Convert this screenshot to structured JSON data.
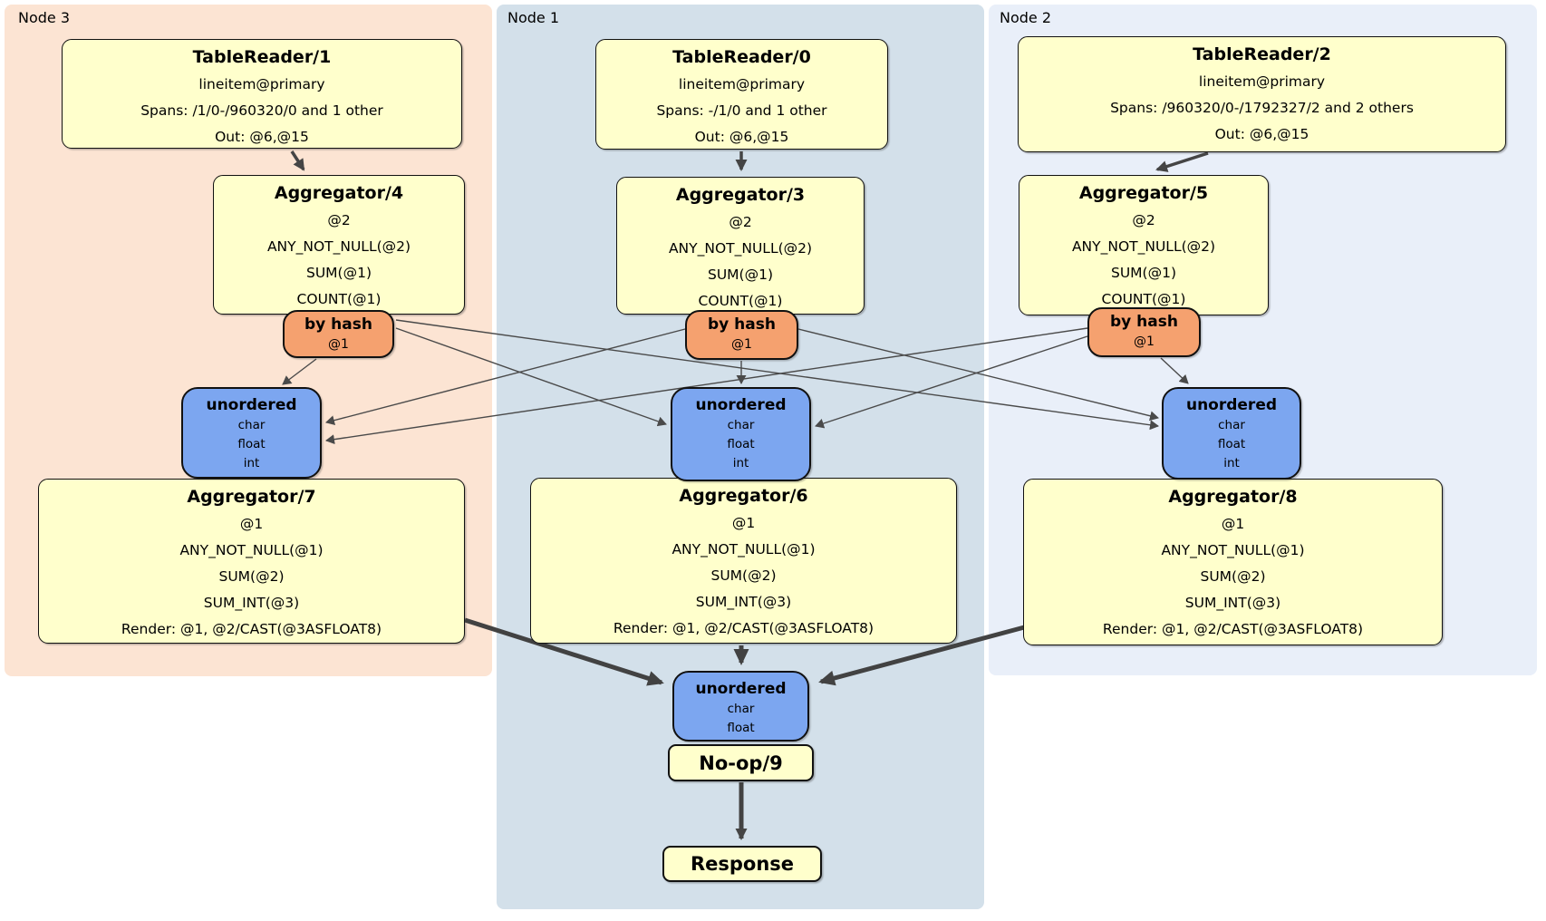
{
  "panels": {
    "node3": {
      "label": "Node 3"
    },
    "node1": {
      "label": "Node 1"
    },
    "node2": {
      "label": "Node 2"
    }
  },
  "boxes": {
    "tr1": {
      "title": "TableReader/1",
      "lines": [
        "lineitem@primary",
        "Spans: /1/0-/960320/0 and 1 other",
        "Out: @6,@15"
      ]
    },
    "tr0": {
      "title": "TableReader/0",
      "lines": [
        "lineitem@primary",
        "Spans: -/1/0 and 1 other",
        "Out: @6,@15"
      ]
    },
    "tr2": {
      "title": "TableReader/2",
      "lines": [
        "lineitem@primary",
        "Spans: /960320/0-/1792327/2 and 2 others",
        "Out: @6,@15"
      ]
    },
    "agg4": {
      "title": "Aggregator/4",
      "lines": [
        "@2",
        "ANY_NOT_NULL(@2)",
        "SUM(@1)",
        "COUNT(@1)"
      ]
    },
    "agg3": {
      "title": "Aggregator/3",
      "lines": [
        "@2",
        "ANY_NOT_NULL(@2)",
        "SUM(@1)",
        "COUNT(@1)"
      ]
    },
    "agg5": {
      "title": "Aggregator/5",
      "lines": [
        "@2",
        "ANY_NOT_NULL(@2)",
        "SUM(@1)",
        "COUNT(@1)"
      ]
    },
    "hash_left": {
      "title": "by hash",
      "lines": [
        "@1"
      ]
    },
    "hash_center": {
      "title": "by hash",
      "lines": [
        "@1"
      ]
    },
    "hash_right": {
      "title": "by hash",
      "lines": [
        "@1"
      ]
    },
    "sync_left": {
      "title": "unordered",
      "lines": [
        "char",
        "float",
        "int"
      ]
    },
    "sync_center": {
      "title": "unordered",
      "lines": [
        "char",
        "float",
        "int"
      ]
    },
    "sync_right": {
      "title": "unordered",
      "lines": [
        "char",
        "float",
        "int"
      ]
    },
    "agg7": {
      "title": "Aggregator/7",
      "lines": [
        "@1",
        "ANY_NOT_NULL(@1)",
        "SUM(@2)",
        "SUM_INT(@3)",
        "Render: @1, @2/CAST(@3ASFLOAT8)"
      ]
    },
    "agg6": {
      "title": "Aggregator/6",
      "lines": [
        "@1",
        "ANY_NOT_NULL(@1)",
        "SUM(@2)",
        "SUM_INT(@3)",
        "Render: @1, @2/CAST(@3ASFLOAT8)"
      ]
    },
    "agg8": {
      "title": "Aggregator/8",
      "lines": [
        "@1",
        "ANY_NOT_NULL(@1)",
        "SUM(@2)",
        "SUM_INT(@3)",
        "Render: @1, @2/CAST(@3ASFLOAT8)"
      ]
    },
    "sync_final": {
      "title": "unordered",
      "lines": [
        "char",
        "float"
      ]
    },
    "noop": {
      "title": "No-op/9"
    },
    "response": {
      "title": "Response"
    }
  },
  "colors": {
    "panel_node3": "#fce4d3",
    "panel_node1": "#d3e0ea",
    "panel_node2": "#e9eff9",
    "processor_fill": "#ffffcc",
    "router_fill": "#f5a16f",
    "sync_fill": "#7ca6f0",
    "edge": "#4a4a4a"
  }
}
